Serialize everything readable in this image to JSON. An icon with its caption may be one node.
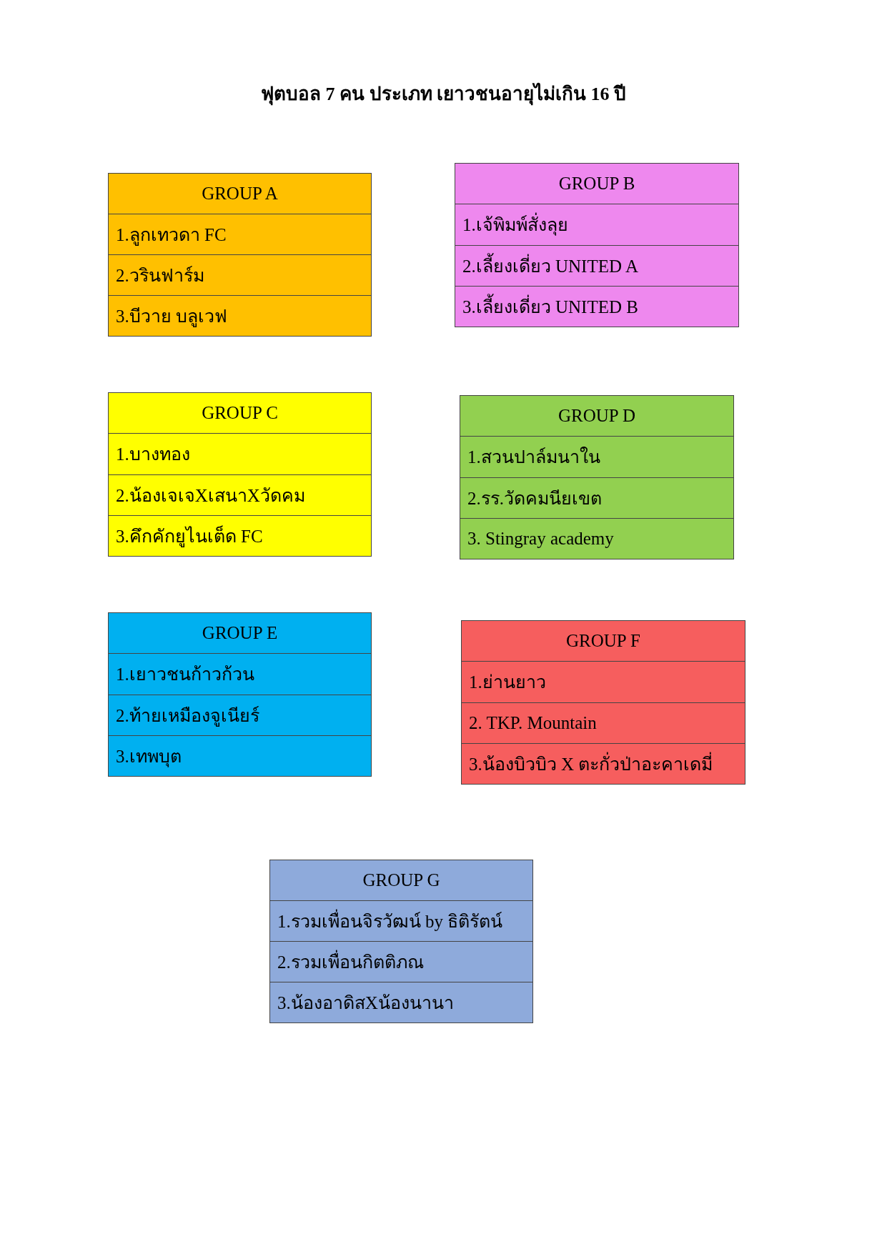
{
  "diagram": {
    "title": "ฟุตบอล 7 คน ประเภท เยาวชนอายุไม่เกิน 16 ปี",
    "nodes": [
      {
        "text": [
          "GROUP A",
          "1.ลูกเทวดา FC",
          "2.วรินฟาร์ม",
          "3.บีวาย บลูเวฟ"
        ]
      },
      {
        "text": [
          "GROUP B",
          "1.เจ้พิมพ์สั่งลุย",
          "2.เลี้ยงเดี่ยว UNITED A",
          "3.เลี้ยงเดี่ยว UNITED B"
        ]
      },
      {
        "text": [
          "GROUP C",
          "1.บางทอง",
          "2.น้องเจเจXเสนาXวัดคม",
          "3.คึกคักยูไนเต็ด FC"
        ]
      },
      {
        "text": [
          "GROUP D",
          "1.สวนปาล์มนาใน",
          "2.รร.วัดคมนียเขต",
          "3. Stingray academy"
        ]
      },
      {
        "text": [
          "GROUP E",
          "1.เยาวชนก้าวก้วน",
          "2.ท้ายเหมืองจูเนียร์",
          "3.เทพบุต"
        ]
      },
      {
        "text": [
          "GROUP F",
          "1.ย่านยาว",
          "2. TKP. Mountain",
          "3.น้องบิวบิว X ตะกั่วป่าอะคาเดมี่"
        ]
      },
      {
        "text": [
          "GROUP G",
          "1.รวมเพื่อนจิรวัฒน์ by ธิติรัตน์",
          "2.รวมเพื่อนกิตติภณ",
          "3.น้องอาดิสXน้องนานา"
        ]
      }
    ]
  }
}
